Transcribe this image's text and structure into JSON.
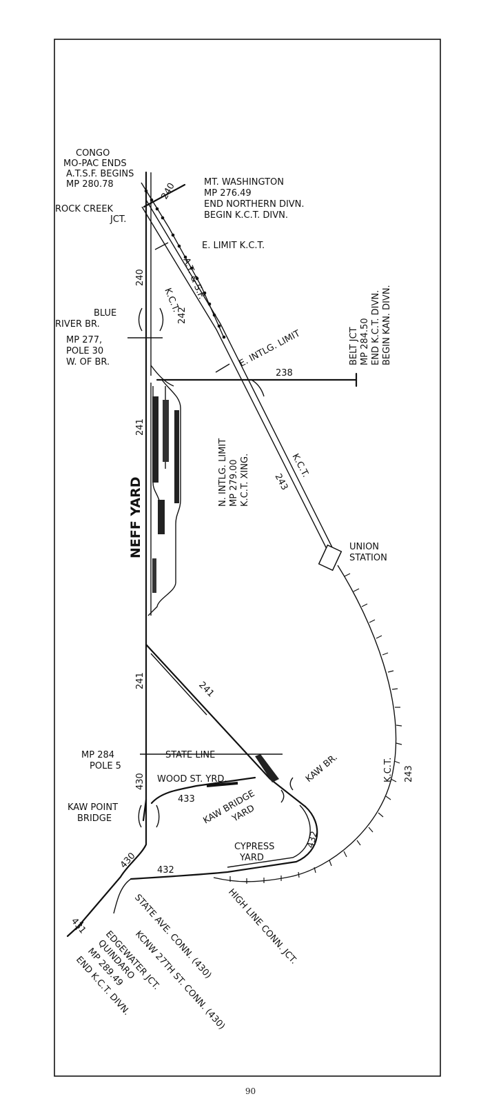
{
  "labels": {
    "congo": [
      "CONGO",
      "MO-PAC ENDS",
      "A.T.S.F. BEGINS",
      "MP 280.78"
    ],
    "rock_creek": [
      "ROCK CREEK",
      "JCT."
    ],
    "mt_washington": [
      "MT. WASHINGTON",
      "MP  276.49",
      "END NORTHERN DIVN.",
      "BEGIN K.C.T. DIVN."
    ],
    "e_limit_kct": "E. LIMIT K.C.T.",
    "atsf": "A.T. & S.F.",
    "kct_upper": "K.C.T.",
    "blue_river": [
      "BLUE",
      "RIVER  BR."
    ],
    "mp277": [
      "MP  277,",
      "POLE 30",
      "W. OF BR."
    ],
    "e_intlg_limit": "E. INTLG. LIMIT",
    "belt_jct": [
      "BELT JCT",
      "MP 284.50",
      "END K.C.T. DIVN.",
      "BEGIN KAN. DIVN."
    ],
    "n_intlg": [
      "N. INTLG. LIMIT",
      "MP  279.00",
      "K.C.T. XING."
    ],
    "kct_mid": "K.C.T.",
    "neff_yard": "NEFF  YARD",
    "union_station": [
      "UNION",
      "STATION"
    ],
    "mp284": [
      "MP  284",
      "POLE 5"
    ],
    "state_line": "STATE  LINE",
    "wood_st": "WOOD  ST.  YRD.",
    "kaw_br": "KAW  BR.",
    "kaw_bridge_yard": [
      "KAW  BRIDGE",
      "YARD"
    ],
    "kaw_point": [
      "KAW  POINT",
      "BRIDGE"
    ],
    "kct_right": "K.C.T.",
    "cypress_yard": [
      "CYPRESS",
      "YARD"
    ],
    "high_line": "HIGH LINE CONN. JCT.",
    "state_ave": "STATE AVE. CONN. (430)",
    "kcnw": "KCNW 27TH ST. CONN. (430)",
    "edgewater": "EDGEWATER  JCT.",
    "quindaro": [
      "QUINDARO",
      "MP 289.49",
      "END K.C.T. DIVN."
    ]
  },
  "track_numbers": {
    "t240_top": "240",
    "t240_left": "240",
    "t242": "242",
    "t238": "238",
    "t241_upper": "241",
    "t243_mid": "243",
    "t241_lower": "241",
    "t241_diag": "241",
    "t243_right": "243",
    "t430_left": "430",
    "t433": "433",
    "t432_right": "432",
    "t430_low": "430",
    "t432_low": "432",
    "t431": "431"
  },
  "page_number": "90"
}
